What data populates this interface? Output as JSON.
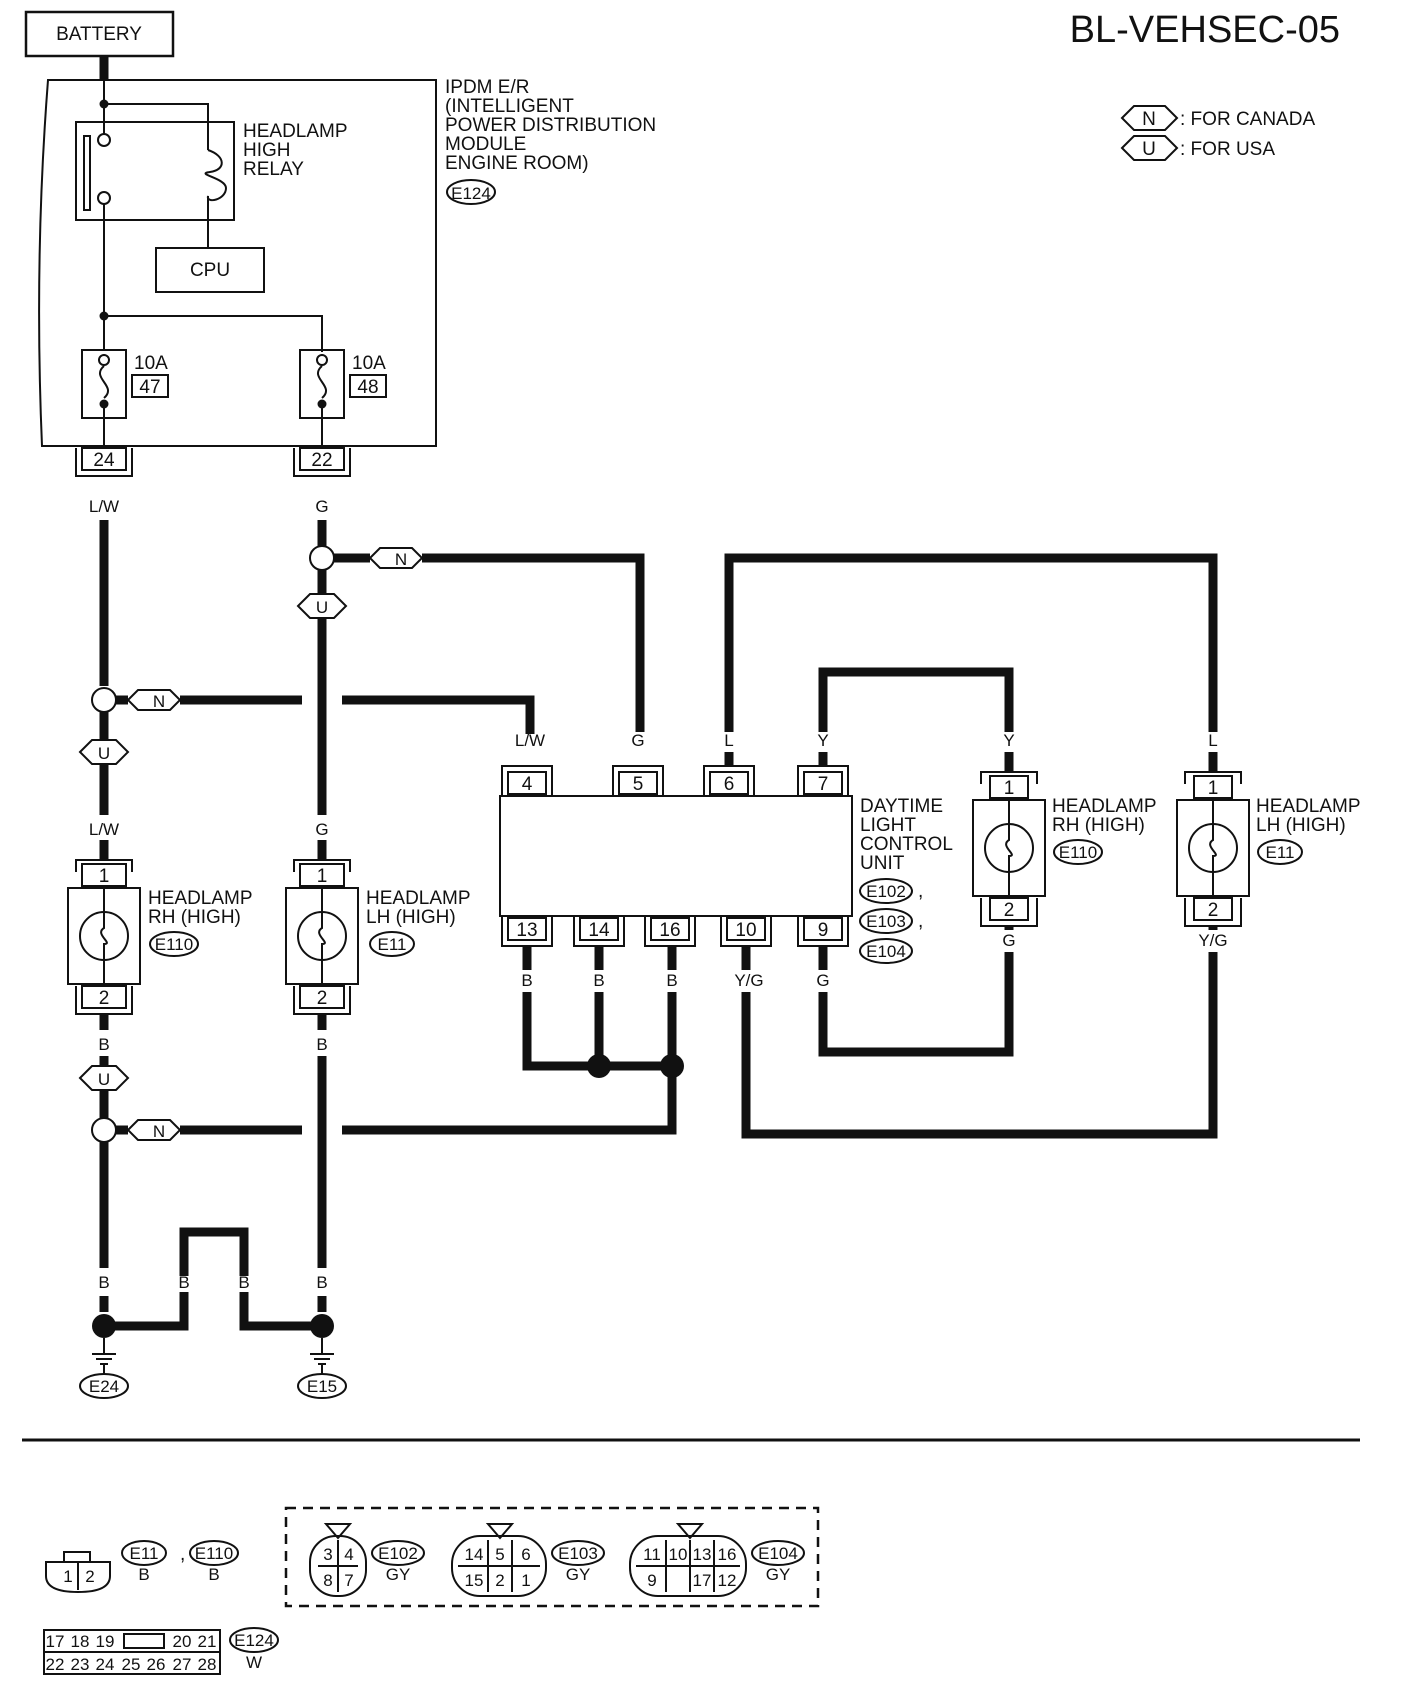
{
  "title": "BL-VEHSEC-05",
  "legend": {
    "canada": {
      "code": "N",
      "text": ": FOR CANADA"
    },
    "usa": {
      "code": "U",
      "text": ": FOR USA"
    }
  },
  "battery": "BATTERY",
  "ipdm": {
    "lines": [
      "IPDM E/R",
      "(INTELLIGENT",
      "POWER DISTRIBUTION",
      "MODULE",
      "ENGINE ROOM)"
    ],
    "connector": "E124",
    "relay": [
      "HEADLAMP",
      "HIGH",
      "RELAY"
    ],
    "cpu": "CPU",
    "fuse1": {
      "amps": "10A",
      "num": "47"
    },
    "fuse2": {
      "amps": "10A",
      "num": "48"
    },
    "term1": "24",
    "term2": "22"
  },
  "wires": {
    "lw": "L/W",
    "g": "G",
    "b": "B",
    "l": "L",
    "y": "Y",
    "yg": "Y/G"
  },
  "dlcu": {
    "lines": [
      "DAYTIME",
      "LIGHT",
      "CONTROL",
      "UNIT"
    ],
    "connectors": [
      "E102",
      "E103",
      "E104"
    ],
    "comma": ",",
    "top_pins": [
      "4",
      "5",
      "6",
      "7"
    ],
    "bottom_pins": [
      "13",
      "14",
      "16",
      "10",
      "9"
    ]
  },
  "headlamp_rh": {
    "lines": [
      "HEADLAMP",
      "RH (HIGH)"
    ],
    "connector": "E110",
    "pin1": "1",
    "pin2": "2"
  },
  "headlamp_lh": {
    "lines": [
      "HEADLAMP",
      "LH (HIGH)"
    ],
    "connector": "E11",
    "pin1": "1",
    "pin2": "2"
  },
  "grounds": [
    "E24",
    "E15"
  ],
  "connector_views": {
    "c1": {
      "codes": [
        "E11",
        "E110"
      ],
      "colors": [
        "B",
        "B"
      ],
      "sep": ",",
      "pins": [
        "1",
        "2"
      ]
    },
    "e102": {
      "code": "E102",
      "color": "GY",
      "pins": [
        "3",
        "4",
        "8",
        "7"
      ]
    },
    "e103": {
      "code": "E103",
      "color": "GY",
      "pins": [
        "14",
        "5",
        "6",
        "15",
        "2",
        "1"
      ]
    },
    "e104": {
      "code": "E104",
      "color": "GY",
      "pins": [
        "11",
        "10",
        "13",
        "16",
        "9",
        "17",
        "12"
      ]
    },
    "e124": {
      "code": "E124",
      "color": "W",
      "row1": [
        "17",
        "18",
        "19",
        "20",
        "21"
      ],
      "row2": [
        "22",
        "23",
        "24",
        "25",
        "26",
        "27",
        "28"
      ]
    }
  }
}
